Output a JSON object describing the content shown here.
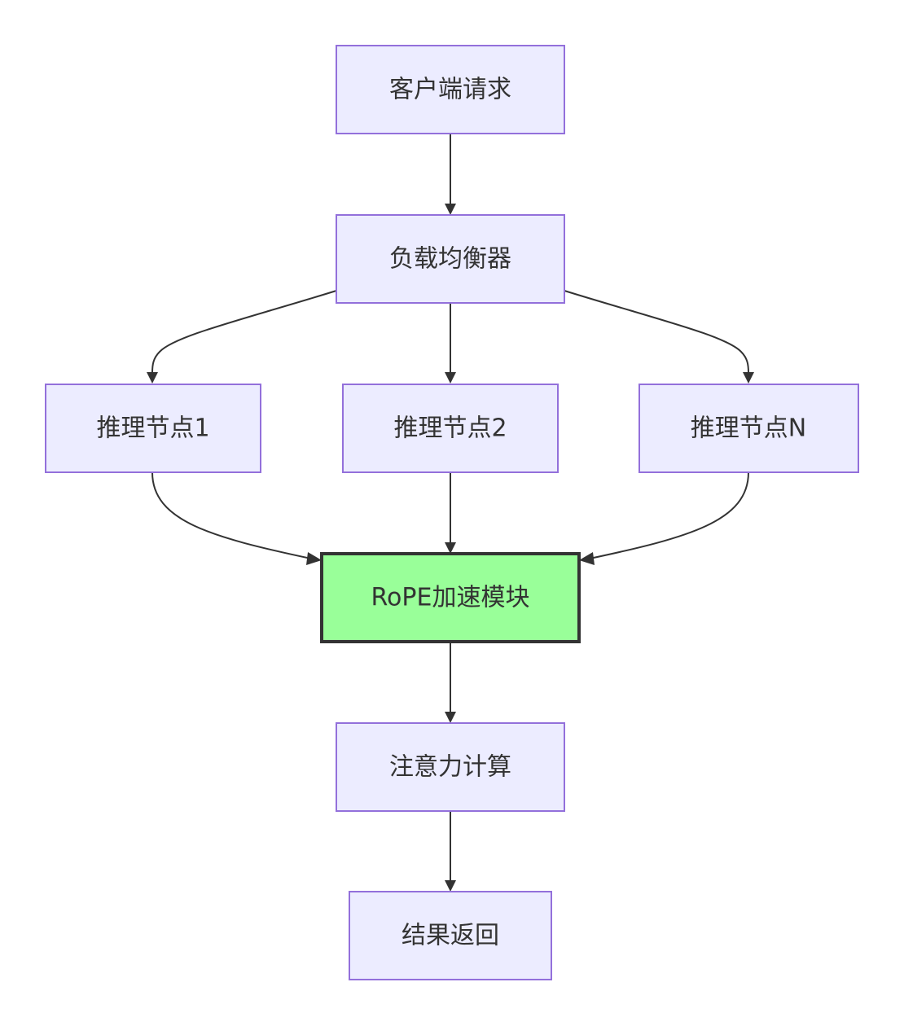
{
  "nodes": {
    "client_request": "客户端请求",
    "load_balancer": "负载均衡器",
    "inference_node_1": "推理节点1",
    "inference_node_2": "推理节点2",
    "inference_node_n": "推理节点N",
    "rope_module": "RoPE加速模块",
    "attention_compute": "注意力计算",
    "result_return": "结果返回"
  },
  "edges": [
    {
      "from": "client_request",
      "to": "load_balancer"
    },
    {
      "from": "load_balancer",
      "to": "inference_node_1"
    },
    {
      "from": "load_balancer",
      "to": "inference_node_2"
    },
    {
      "from": "load_balancer",
      "to": "inference_node_n"
    },
    {
      "from": "inference_node_1",
      "to": "rope_module"
    },
    {
      "from": "inference_node_2",
      "to": "rope_module"
    },
    {
      "from": "inference_node_n",
      "to": "rope_module"
    },
    {
      "from": "rope_module",
      "to": "attention_compute"
    },
    {
      "from": "attention_compute",
      "to": "result_return"
    }
  ],
  "colors": {
    "node_fill": "#ECECFF",
    "node_stroke": "#9370DB",
    "highlight_fill": "#99FF99",
    "highlight_stroke": "#333333",
    "edge": "#333333",
    "text": "#333333"
  }
}
